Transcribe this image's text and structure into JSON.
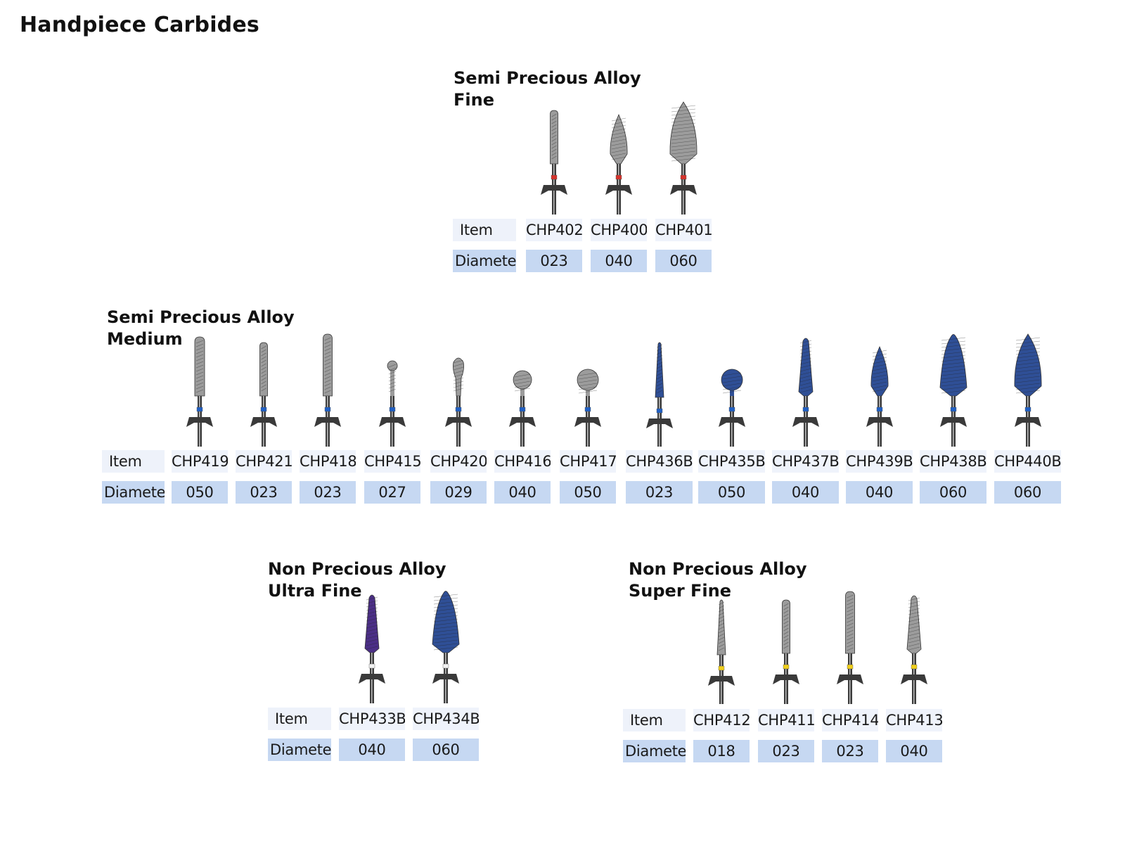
{
  "page_title": "Handpiece Carbides",
  "row_labels": {
    "item": "Item",
    "diameter": "Diameter"
  },
  "colors": {
    "red_band": "#d6322b",
    "blue_band": "#1f5fc4",
    "yellow_band": "#f0cf1a",
    "white_band": "#f2f2f2",
    "steel": "#9c9c9c",
    "coated_blue": "#2f4f96",
    "coated_purple": "#4b2f86",
    "item_cell_bg": "#eff3fb",
    "diameter_cell_bg": "#c6d8f2"
  },
  "groups": [
    {
      "id": "spa-fine",
      "title_line1": "Semi Precious Alloy",
      "title_line2": "Fine",
      "band": "red_band",
      "items": [
        {
          "item": "CHP402",
          "diameter": "023",
          "shape": "cylinder-narrow",
          "finish": "steel"
        },
        {
          "item": "CHP400",
          "diameter": "040",
          "shape": "flame",
          "finish": "steel"
        },
        {
          "item": "CHP401",
          "diameter": "060",
          "shape": "flame-large",
          "finish": "steel"
        }
      ]
    },
    {
      "id": "spa-medium",
      "title_line1": "Semi Precious Alloy",
      "title_line2": "Medium",
      "band": "blue_band",
      "items": [
        {
          "item": "CHP419",
          "diameter": "050",
          "shape": "cylinder",
          "finish": "steel"
        },
        {
          "item": "CHP421",
          "diameter": "023",
          "shape": "cylinder-narrow",
          "finish": "steel"
        },
        {
          "item": "CHP418",
          "diameter": "023",
          "shape": "cylinder-long",
          "finish": "steel"
        },
        {
          "item": "CHP415",
          "diameter": "027",
          "shape": "ball-small",
          "finish": "steel"
        },
        {
          "item": "CHP420",
          "diameter": "029",
          "shape": "pear",
          "finish": "steel"
        },
        {
          "item": "CHP416",
          "diameter": "040",
          "shape": "ball",
          "finish": "steel"
        },
        {
          "item": "CHP417",
          "diameter": "050",
          "shape": "ball-large",
          "finish": "steel"
        },
        {
          "item": "CHP436B",
          "diameter": "023",
          "shape": "needle",
          "finish": "coated_blue"
        },
        {
          "item": "CHP435B",
          "diameter": "050",
          "shape": "ball-large",
          "finish": "coated_blue"
        },
        {
          "item": "CHP437B",
          "diameter": "040",
          "shape": "tapered",
          "finish": "coated_blue"
        },
        {
          "item": "CHP439B",
          "diameter": "040",
          "shape": "flame",
          "finish": "coated_blue"
        },
        {
          "item": "CHP438B",
          "diameter": "060",
          "shape": "cone-large",
          "finish": "coated_blue"
        },
        {
          "item": "CHP440B",
          "diameter": "060",
          "shape": "flame-large",
          "finish": "coated_blue"
        }
      ]
    },
    {
      "id": "npa-ultra-fine",
      "title_line1": "Non Precious Alloy",
      "title_line2": "Ultra Fine",
      "band": "white_band",
      "items": [
        {
          "item": "CHP433B",
          "diameter": "040",
          "shape": "tapered",
          "finish": "coated_purple"
        },
        {
          "item": "CHP434B",
          "diameter": "060",
          "shape": "cone-large",
          "finish": "coated_blue"
        }
      ]
    },
    {
      "id": "npa-super-fine",
      "title_line1": "Non Precious Alloy",
      "title_line2": "Super Fine",
      "band": "yellow_band",
      "items": [
        {
          "item": "CHP412",
          "diameter": "018",
          "shape": "needle",
          "finish": "steel"
        },
        {
          "item": "CHP411",
          "diameter": "023",
          "shape": "cylinder-narrow",
          "finish": "steel"
        },
        {
          "item": "CHP414",
          "diameter": "023",
          "shape": "cylinder-long",
          "finish": "steel"
        },
        {
          "item": "CHP413",
          "diameter": "040",
          "shape": "tapered",
          "finish": "steel"
        }
      ]
    }
  ]
}
